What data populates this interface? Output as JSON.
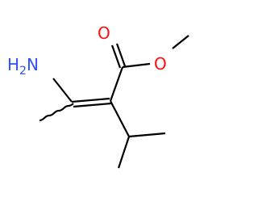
{
  "molecule": {
    "atoms": {
      "amine": {
        "symbol": "H",
        "subscript": "2",
        "element": "N"
      },
      "carbonyl_oxygen": {
        "symbol": "O"
      },
      "ester_oxygen": {
        "symbol": "O"
      }
    },
    "colors": {
      "bond": "#000000",
      "nitrogen": "#3050f8",
      "oxygen": "#ff0d0d"
    }
  }
}
